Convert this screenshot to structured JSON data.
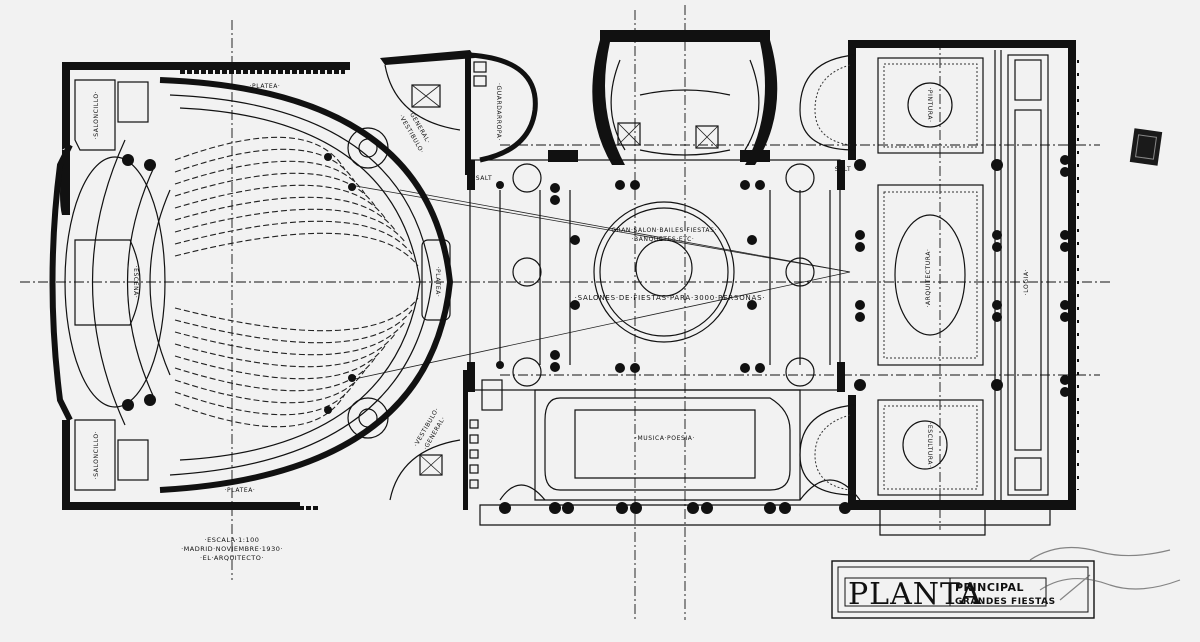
{
  "drawing": {
    "title_main": "PLANTA",
    "title_sub_line1": "PRINCIPAL",
    "title_sub_line2": "GRANDES FIESTAS",
    "scale_note": "·ESCALA·1:100",
    "date_note": "·MADRID·NOVIEMBRE·1930·",
    "author_note": "·EL·ARQUITECTO·",
    "paper_color": "#f2f2f2",
    "ink_color": "#111111"
  },
  "rooms": {
    "escena": "·ESCENA·",
    "platea_top": "·PLATEA·",
    "platea_bottom": "·PLATEA·",
    "platea_center": "·PLATEA·",
    "saloncillo_top": "·SALONCILLO·",
    "saloncillo_bottom": "·SALONCILLO·",
    "vestibulo_top": "·VESTIBULO·",
    "vestibulo_top_sub": "·GENERAL·",
    "vestibulo_bottom": "·VESTIBULO·",
    "vestibulo_bottom_sub": "·GENERAL·",
    "guardarropa": "·GUARDARROPA·",
    "salt_left": "SALT",
    "salt_right": "SALT",
    "gran_salon_line1": "·GRAN·SALON·BAILES·FIESTAS·",
    "gran_salon_line2": "·BANQUETES·ETC·",
    "salones_fiestas": "·SALONES·DE·FIESTAS·PARA·3000·PERSONAS·",
    "musica_poesia": "·MUSICA·POESIA·",
    "pintura": "·PINTURA·",
    "arquitectura": "·ARQUITECTURA·",
    "escultura": "·ESCULTURA·",
    "logia": "·LOGIA·"
  }
}
